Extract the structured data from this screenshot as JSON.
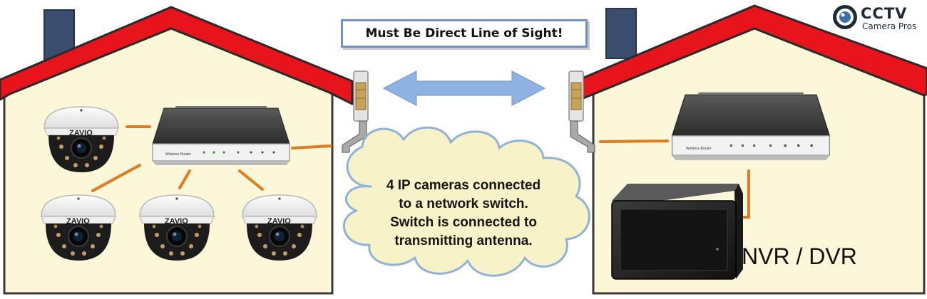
{
  "banner": {
    "text": "Must Be Direct Line of Sight!"
  },
  "cloud": {
    "lines": [
      "4 IP cameras connected",
      "to a network switch.",
      "Switch is connected to",
      "transmitting antenna."
    ]
  },
  "nvr": {
    "label": "NVR / DVR"
  },
  "camera": {
    "brand": "ZAVIO"
  },
  "switch": {
    "faceplate": "Wireless Router"
  },
  "logo": {
    "line1": "CCTV",
    "line2": "Camera Pros"
  },
  "colors": {
    "roof": "#e8141c",
    "wall": "#fbf7d8",
    "chimney": "#3a4d6e",
    "cable": "#e07b1f",
    "arrow": "#8eb3e3",
    "cloud": "#f7f2c7",
    "cloud_edge": "#8fb2d9"
  }
}
